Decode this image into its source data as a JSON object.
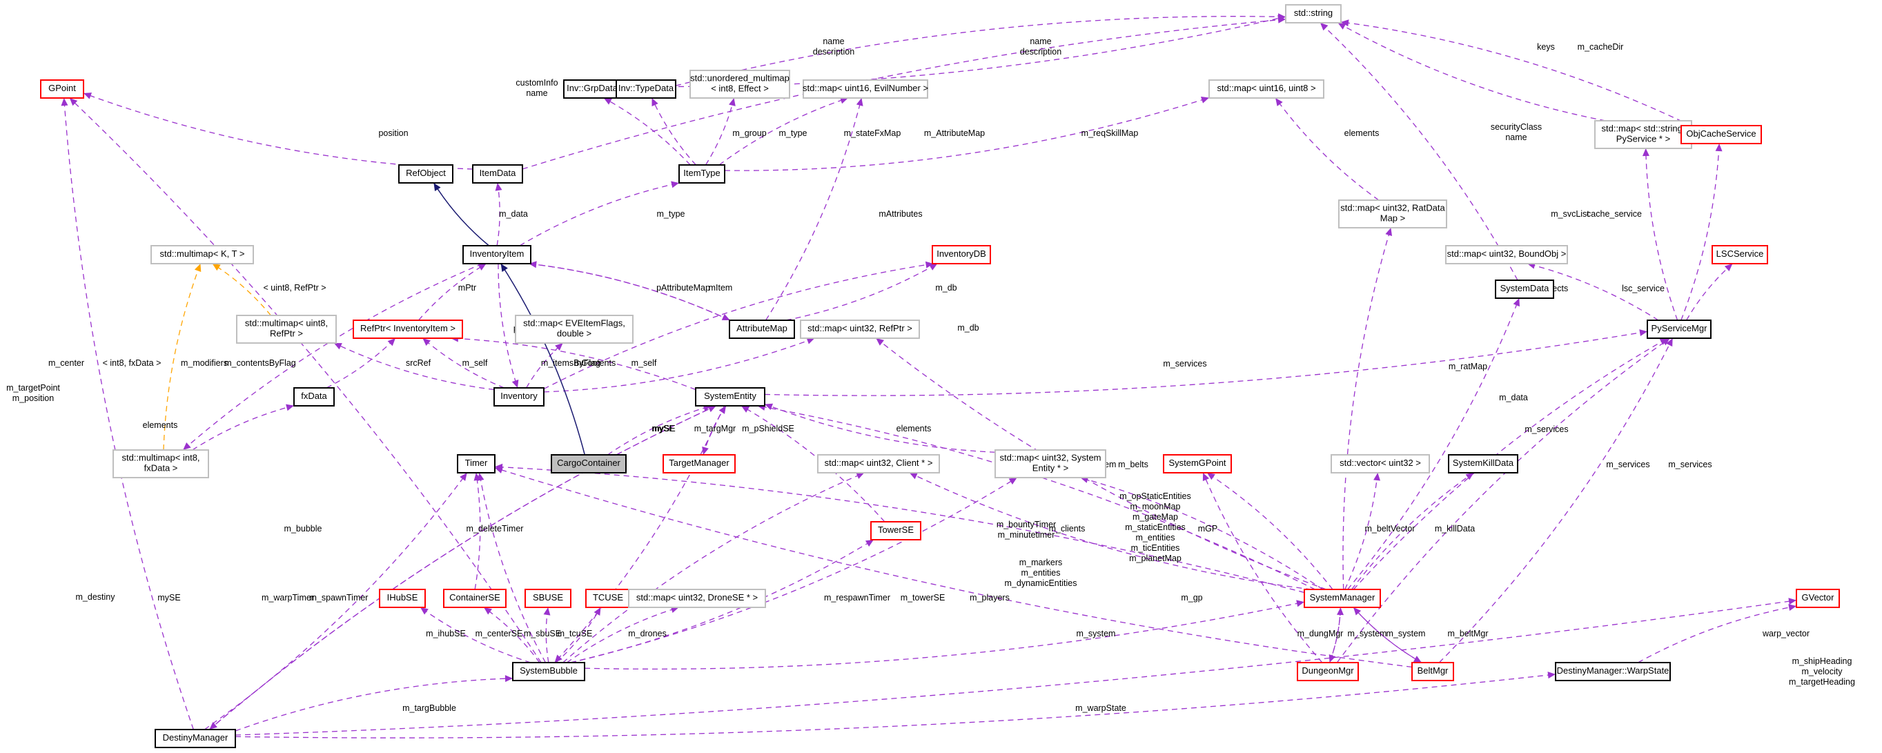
{
  "diagram": {
    "title": "Collaboration diagram for CargoContainer",
    "focus_node": "CargoContainer",
    "colors": {
      "usage_edge": "#9a32cd",
      "template_edge": "#ffa500",
      "inheritance_edge": "#191970",
      "documented_border": "#000000",
      "undocumented_border": "#ff0000",
      "external_border": "#bfbfbf",
      "focus_fill": "#bfbfbf"
    },
    "nodes": [
      {
        "id": "std_string",
        "label": "std::string",
        "kind": "gray"
      },
      {
        "id": "GPoint",
        "label": "GPoint",
        "kind": "red"
      },
      {
        "id": "InvGrpData",
        "label": "Inv::GrpData",
        "kind": "black"
      },
      {
        "id": "InvTypeData",
        "label": "Inv::TypeData",
        "kind": "black"
      },
      {
        "id": "unordered_multimap",
        "label": "std::unordered_multimap\n< int8, Effect >",
        "kind": "gray"
      },
      {
        "id": "map_uint16_EvilNumber",
        "label": "std::map< uint16, EvilNumber >",
        "kind": "gray"
      },
      {
        "id": "map_uint16_uint8",
        "label": "std::map< uint16, uint8 >",
        "kind": "gray"
      },
      {
        "id": "map_string_PyService",
        "label": "std::map< std::string,\nPyService * >",
        "kind": "gray"
      },
      {
        "id": "ObjCacheService",
        "label": "ObjCacheService",
        "kind": "red"
      },
      {
        "id": "RefObject",
        "label": "RefObject",
        "kind": "black"
      },
      {
        "id": "ItemData",
        "label": "ItemData",
        "kind": "black"
      },
      {
        "id": "ItemType",
        "label": "ItemType",
        "kind": "black"
      },
      {
        "id": "map_uint32_RatDataMap",
        "label": "std::map< uint32, RatData\nMap >",
        "kind": "gray"
      },
      {
        "id": "multimap_KT",
        "label": "std::multimap< K, T >",
        "kind": "gray"
      },
      {
        "id": "InventoryItem",
        "label": "InventoryItem",
        "kind": "black"
      },
      {
        "id": "InventoryDB",
        "label": "InventoryDB",
        "kind": "red"
      },
      {
        "id": "map_uint32_BoundObj",
        "label": "std::map< uint32, BoundObj >",
        "kind": "gray"
      },
      {
        "id": "LSCService",
        "label": "LSCService",
        "kind": "red"
      },
      {
        "id": "SystemData",
        "label": "SystemData",
        "kind": "black"
      },
      {
        "id": "multimap_uint8_RefPtr",
        "label": "std::multimap< uint8,\nRefPtr >",
        "kind": "gray"
      },
      {
        "id": "RefPtr_InventoryItem",
        "label": "RefPtr< InventoryItem >",
        "kind": "red"
      },
      {
        "id": "map_EVEItemFlags_double",
        "label": "std::map< EVEItemFlags,\ndouble >",
        "kind": "gray"
      },
      {
        "id": "AttributeMap",
        "label": "AttributeMap",
        "kind": "black"
      },
      {
        "id": "map_uint32_RefPtr",
        "label": "std::map< uint32, RefPtr >",
        "kind": "gray"
      },
      {
        "id": "PyServiceMgr",
        "label": "PyServiceMgr",
        "kind": "black"
      },
      {
        "id": "fxData",
        "label": "fxData",
        "kind": "black"
      },
      {
        "id": "Inventory",
        "label": "Inventory",
        "kind": "black"
      },
      {
        "id": "SystemEntity",
        "label": "SystemEntity",
        "kind": "black"
      },
      {
        "id": "multimap_int8_fxData",
        "label": "std::multimap< int8,\nfxData >",
        "kind": "gray"
      },
      {
        "id": "Timer",
        "label": "Timer",
        "kind": "black"
      },
      {
        "id": "CargoContainer",
        "label": "CargoContainer",
        "kind": "focus"
      },
      {
        "id": "TargetManager",
        "label": "TargetManager",
        "kind": "red"
      },
      {
        "id": "map_uint32_Client",
        "label": "std::map< uint32, Client * >",
        "kind": "gray"
      },
      {
        "id": "map_uint32_SystemEntity",
        "label": "std::map< uint32, System\nEntity * >",
        "kind": "gray"
      },
      {
        "id": "SystemGPoint",
        "label": "SystemGPoint",
        "kind": "red"
      },
      {
        "id": "vector_uint32",
        "label": "std::vector< uint32 >",
        "kind": "gray"
      },
      {
        "id": "SystemKillData",
        "label": "SystemKillData",
        "kind": "black"
      },
      {
        "id": "TowerSE",
        "label": "TowerSE",
        "kind": "red"
      },
      {
        "id": "IHubSE",
        "label": "IHubSE",
        "kind": "red"
      },
      {
        "id": "ContainerSE",
        "label": "ContainerSE",
        "kind": "red"
      },
      {
        "id": "SBUSE",
        "label": "SBUSE",
        "kind": "red"
      },
      {
        "id": "TCUSE",
        "label": "TCUSE",
        "kind": "red"
      },
      {
        "id": "map_uint32_DroneSE",
        "label": "std::map< uint32, DroneSE * >",
        "kind": "gray"
      },
      {
        "id": "SystemManager",
        "label": "SystemManager",
        "kind": "red"
      },
      {
        "id": "GVector",
        "label": "GVector",
        "kind": "red"
      },
      {
        "id": "SystemBubble",
        "label": "SystemBubble",
        "kind": "black"
      },
      {
        "id": "DungeonMgr",
        "label": "DungeonMgr",
        "kind": "red"
      },
      {
        "id": "BeltMgr",
        "label": "BeltMgr",
        "kind": "red"
      },
      {
        "id": "WarpState",
        "label": "DestinyManager::WarpState",
        "kind": "black"
      },
      {
        "id": "DestinyManager",
        "label": "DestinyManager",
        "kind": "black"
      }
    ],
    "edges": [
      {
        "from": "ItemData",
        "to": "std_string",
        "label": "customInfo\nname",
        "type": "usage"
      },
      {
        "from": "InvGrpData",
        "to": "std_string",
        "label": "name\ndescription",
        "type": "usage"
      },
      {
        "from": "InvTypeData",
        "to": "std_string",
        "label": "name\ndescription",
        "type": "usage"
      },
      {
        "from": "SystemData",
        "to": "std_string",
        "label": "securityClass\nname",
        "type": "usage"
      },
      {
        "from": "map_string_PyService",
        "to": "std_string",
        "label": "keys",
        "type": "usage"
      },
      {
        "from": "ObjCacheService",
        "to": "std_string",
        "label": "m_cacheDir",
        "type": "usage"
      },
      {
        "from": "ItemData",
        "to": "GPoint",
        "label": "position",
        "type": "usage"
      },
      {
        "from": "ItemType",
        "to": "InvGrpData",
        "label": "m_group",
        "type": "usage"
      },
      {
        "from": "ItemType",
        "to": "InvTypeData",
        "label": "m_type",
        "type": "usage"
      },
      {
        "from": "ItemType",
        "to": "unordered_multimap",
        "label": "m_stateFxMap",
        "type": "usage"
      },
      {
        "from": "ItemType",
        "to": "map_uint16_EvilNumber",
        "label": "m_AttributeMap",
        "type": "usage"
      },
      {
        "from": "ItemType",
        "to": "map_uint16_uint8",
        "label": "m_reqSkillMap",
        "type": "usage"
      },
      {
        "from": "map_uint32_RatDataMap",
        "to": "map_uint16_uint8",
        "label": "elements",
        "type": "usage"
      },
      {
        "from": "AttributeMap",
        "to": "map_uint16_EvilNumber",
        "label": "mAttributes",
        "type": "usage"
      },
      {
        "from": "InventoryItem",
        "to": "RefObject",
        "label": "",
        "type": "inherit"
      },
      {
        "from": "InventoryItem",
        "to": "ItemData",
        "label": "m_data",
        "type": "usage"
      },
      {
        "from": "InventoryItem",
        "to": "ItemType",
        "label": "m_type",
        "type": "usage"
      },
      {
        "from": "multimap_uint8_RefPtr",
        "to": "multimap_KT",
        "label": "< uint8, RefPtr >",
        "type": "template"
      },
      {
        "from": "multimap_int8_fxData",
        "to": "multimap_KT",
        "label": "< int8, fxData >",
        "type": "template"
      },
      {
        "from": "InventoryItem",
        "to": "multimap_int8_fxData",
        "label": "m_modifiers",
        "type": "usage"
      },
      {
        "from": "RefPtr_InventoryItem",
        "to": "InventoryItem",
        "label": "mPtr",
        "type": "usage"
      },
      {
        "from": "AttributeMap",
        "to": "InventoryItem",
        "label": "mItem",
        "type": "usage"
      },
      {
        "from": "InventoryItem",
        "to": "AttributeMap",
        "label": "pAttributeMap",
        "type": "usage"
      },
      {
        "from": "AttributeMap",
        "to": "InventoryDB",
        "label": "m_db",
        "type": "usage"
      },
      {
        "from": "Inventory",
        "to": "InventoryDB",
        "label": "m_db",
        "type": "usage"
      },
      {
        "from": "InventoryItem",
        "to": "Inventory",
        "label": "pInventory",
        "type": "usage"
      },
      {
        "from": "Inventory",
        "to": "multimap_uint8_RefPtr",
        "label": "m_contentsByFlag",
        "type": "usage"
      },
      {
        "from": "fxData",
        "to": "RefPtr_InventoryItem",
        "label": "srcRef",
        "type": "usage"
      },
      {
        "from": "Inventory",
        "to": "RefPtr_InventoryItem",
        "label": "m_self",
        "type": "usage"
      },
      {
        "from": "SystemEntity",
        "to": "RefPtr_InventoryItem",
        "label": "m_self",
        "type": "usage"
      },
      {
        "from": "Inventory",
        "to": "map_EVEItemFlags_double",
        "label": "m_itemsByFlag",
        "type": "usage"
      },
      {
        "from": "Inventory",
        "to": "map_uint32_RefPtr",
        "label": "mContents",
        "type": "usage"
      },
      {
        "from": "multimap_int8_fxData",
        "to": "fxData",
        "label": "elements",
        "type": "usage"
      },
      {
        "from": "PyServiceMgr",
        "to": "map_uint32_BoundObj",
        "label": "m_boundObjects",
        "type": "usage"
      },
      {
        "from": "PyServiceMgr",
        "to": "map_string_PyService",
        "label": "m_svcList",
        "type": "usage"
      },
      {
        "from": "PyServiceMgr",
        "to": "ObjCacheService",
        "label": "cache_service",
        "type": "usage"
      },
      {
        "from": "PyServiceMgr",
        "to": "LSCService",
        "label": "lsc_service",
        "type": "usage"
      },
      {
        "from": "SystemEntity",
        "to": "PyServiceMgr",
        "label": "m_services",
        "type": "usage"
      },
      {
        "from": "SystemManager",
        "to": "map_uint32_RatDataMap",
        "label": "m_ratMap",
        "type": "usage"
      },
      {
        "from": "SystemManager",
        "to": "SystemData",
        "label": "m_data",
        "type": "usage"
      },
      {
        "from": "SystemManager",
        "to": "PyServiceMgr",
        "label": "m_services",
        "type": "usage"
      },
      {
        "from": "BeltMgr",
        "to": "PyServiceMgr",
        "label": "m_services",
        "type": "usage"
      },
      {
        "from": "DungeonMgr",
        "to": "PyServiceMgr",
        "label": "m_services",
        "type": "usage"
      },
      {
        "from": "CargoContainer",
        "to": "InventoryItem",
        "label": "",
        "type": "inherit"
      },
      {
        "from": "CargoContainer",
        "to": "SystemEntity",
        "label": "mySE",
        "type": "usage"
      },
      {
        "from": "SystemEntity",
        "to": "TargetManager",
        "label": "m_targMgr",
        "type": "usage"
      },
      {
        "from": "TargetManager",
        "to": "SystemEntity",
        "label": "mySE",
        "type": "usage"
      },
      {
        "from": "TowerSE",
        "to": "SystemEntity",
        "label": "m_pShieldSE",
        "type": "usage"
      },
      {
        "from": "map_uint32_SystemEntity",
        "to": "SystemEntity",
        "label": "elements",
        "type": "usage"
      },
      {
        "from": "SystemManager",
        "to": "SystemEntity",
        "label": "m_system",
        "type": "usage"
      },
      {
        "from": "DestinyManager",
        "to": "SystemEntity",
        "label": "mySE",
        "type": "usage"
      },
      {
        "from": "SystemEntity",
        "to": "DestinyManager",
        "label": "m_destiny",
        "type": "usage"
      },
      {
        "from": "DestinyManager",
        "to": "GPoint",
        "label": "m_targetPoint\nm_position",
        "type": "usage"
      },
      {
        "from": "SystemBubble",
        "to": "GPoint",
        "label": "m_center",
        "type": "usage"
      },
      {
        "from": "SystemEntity",
        "to": "SystemBubble",
        "label": "m_bubble",
        "type": "usage"
      },
      {
        "from": "DestinyManager",
        "to": "Timer",
        "label": "m_warpTimer",
        "type": "usage"
      },
      {
        "from": "SystemBubble",
        "to": "Timer",
        "label": "m_spawnTimer",
        "type": "usage"
      },
      {
        "from": "ContainerSE",
        "to": "Timer",
        "label": "m_deleteTimer",
        "type": "usage"
      },
      {
        "from": "BeltMgr",
        "to": "Timer",
        "label": "m_respawnTimer",
        "type": "usage"
      },
      {
        "from": "SystemManager",
        "to": "Timer",
        "label": "m_bountyTimer\nm_minutetimer",
        "type": "usage"
      },
      {
        "from": "SystemBubble",
        "to": "IHubSE",
        "label": "m_ihubSE",
        "type": "usage"
      },
      {
        "from": "SystemBubble",
        "to": "ContainerSE",
        "label": "m_centerSE",
        "type": "usage"
      },
      {
        "from": "SystemBubble",
        "to": "SBUSE",
        "label": "m_sbuSE",
        "type": "usage"
      },
      {
        "from": "SystemBubble",
        "to": "TCUSE",
        "label": "m_tcuSE",
        "type": "usage"
      },
      {
        "from": "SystemBubble",
        "to": "map_uint32_DroneSE",
        "label": "m_drones",
        "type": "usage"
      },
      {
        "from": "SystemBubble",
        "to": "TowerSE",
        "label": "m_towerSE",
        "type": "usage"
      },
      {
        "from": "SystemBubble",
        "to": "map_uint32_Client",
        "label": "m_players",
        "type": "usage"
      },
      {
        "from": "SystemBubble",
        "to": "map_uint32_SystemEntity",
        "label": "m_markers\nm_entities\nm_dynamicEntities",
        "type": "usage"
      },
      {
        "from": "SystemManager",
        "to": "map_uint32_Client",
        "label": "m_clients",
        "type": "usage"
      },
      {
        "from": "SystemManager",
        "to": "map_uint32_SystemEntity",
        "label": "m_opStaticEntities\nm_moonMap\nm_gateMap\nm_staticEntities\nm_entities\nm_ticEntities\nm_planetMap",
        "type": "usage"
      },
      {
        "from": "SystemManager",
        "to": "map_uint32_RefPtr",
        "label": "m_belts",
        "type": "usage"
      },
      {
        "from": "SystemManager",
        "to": "SystemGPoint",
        "label": "mGP",
        "type": "usage"
      },
      {
        "from": "DungeonMgr",
        "to": "SystemGPoint",
        "label": "m_gp",
        "type": "usage"
      },
      {
        "from": "SystemManager",
        "to": "vector_uint32",
        "label": "m_beltVector",
        "type": "usage"
      },
      {
        "from": "SystemManager",
        "to": "SystemKillData",
        "label": "m_killData",
        "type": "usage"
      },
      {
        "from": "SystemBubble",
        "to": "SystemManager",
        "label": "m_system",
        "type": "usage"
      },
      {
        "from": "SystemManager",
        "to": "DungeonMgr",
        "label": "m_dungMgr",
        "type": "usage"
      },
      {
        "from": "DungeonMgr",
        "to": "SystemManager",
        "label": "m_system",
        "type": "usage"
      },
      {
        "from": "BeltMgr",
        "to": "SystemManager",
        "label": "m_system",
        "type": "usage"
      },
      {
        "from": "SystemManager",
        "to": "BeltMgr",
        "label": "m_beltMgr",
        "type": "usage"
      },
      {
        "from": "DestinyManager",
        "to": "SystemBubble",
        "label": "m_targBubble",
        "type": "usage"
      },
      {
        "from": "DestinyManager",
        "to": "WarpState",
        "label": "m_warpState",
        "type": "usage"
      },
      {
        "from": "WarpState",
        "to": "GVector",
        "label": "warp_vector",
        "type": "usage"
      },
      {
        "from": "DestinyManager",
        "to": "GVector",
        "label": "m_shipHeading\nm_velocity\nm_targetHeading",
        "type": "usage"
      }
    ]
  }
}
